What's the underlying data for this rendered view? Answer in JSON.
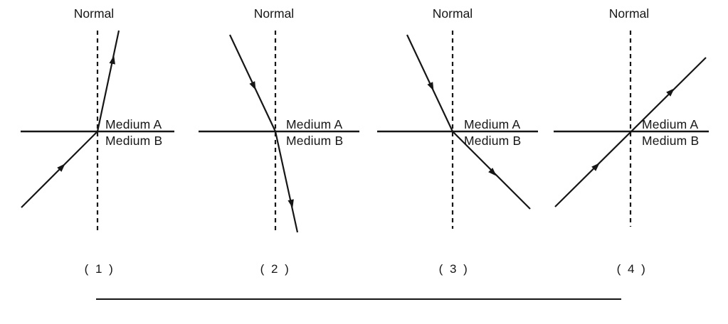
{
  "figure": {
    "title_hint": "Light ray refraction at a boundary between two media, four cases",
    "colors": {
      "line": "#161616",
      "background": "#ffffff"
    },
    "panels": [
      {
        "normal_label": "Normal",
        "medium_top_label": "Medium A",
        "medium_bottom_label": "Medium B",
        "caption": "( 1 )",
        "ray_description": "Ray travels up-right through Medium B to the boundary, then bends toward the normal in Medium A"
      },
      {
        "normal_label": "Normal",
        "medium_top_label": "Medium A",
        "medium_bottom_label": "Medium B",
        "caption": "( 2 )",
        "ray_description": "Ray travels down-right through Medium A to the boundary, then bends toward the normal in Medium B"
      },
      {
        "normal_label": "Normal",
        "medium_top_label": "Medium A",
        "medium_bottom_label": "Medium B",
        "caption": "( 3 )",
        "ray_description": "Ray travels down-right through Medium A to the boundary, then bends away from the normal in Medium B"
      },
      {
        "normal_label": "Normal",
        "medium_top_label": "Medium A",
        "medium_bottom_label": "Medium B",
        "caption": "( 4 )",
        "ray_description": "Ray passes straight through the boundary without bending"
      }
    ]
  }
}
